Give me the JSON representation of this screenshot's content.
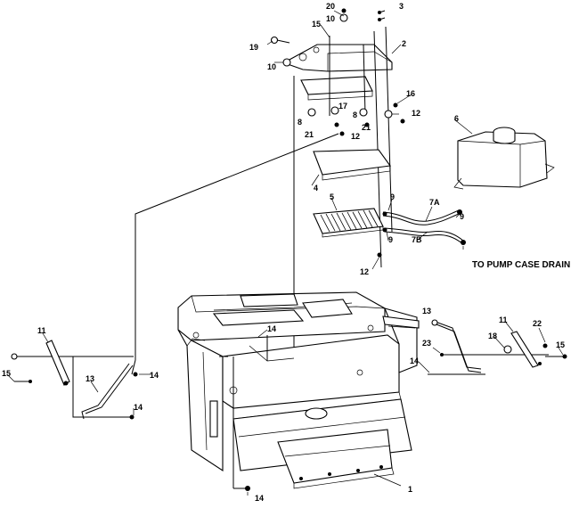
{
  "callouts": [
    "20",
    "10",
    "3",
    "15",
    "19",
    "10",
    "2",
    "16",
    "17",
    "8",
    "8",
    "12",
    "21",
    "21",
    "12",
    "6",
    "4",
    "5",
    "9",
    "7A",
    "9",
    "7B",
    "9",
    "12",
    "14",
    "13",
    "11",
    "22",
    "18",
    "23",
    "15",
    "14",
    "11",
    "15",
    "13",
    "14",
    "14",
    "14",
    "1"
  ],
  "note": "TO PUMP CASE DRAIN"
}
